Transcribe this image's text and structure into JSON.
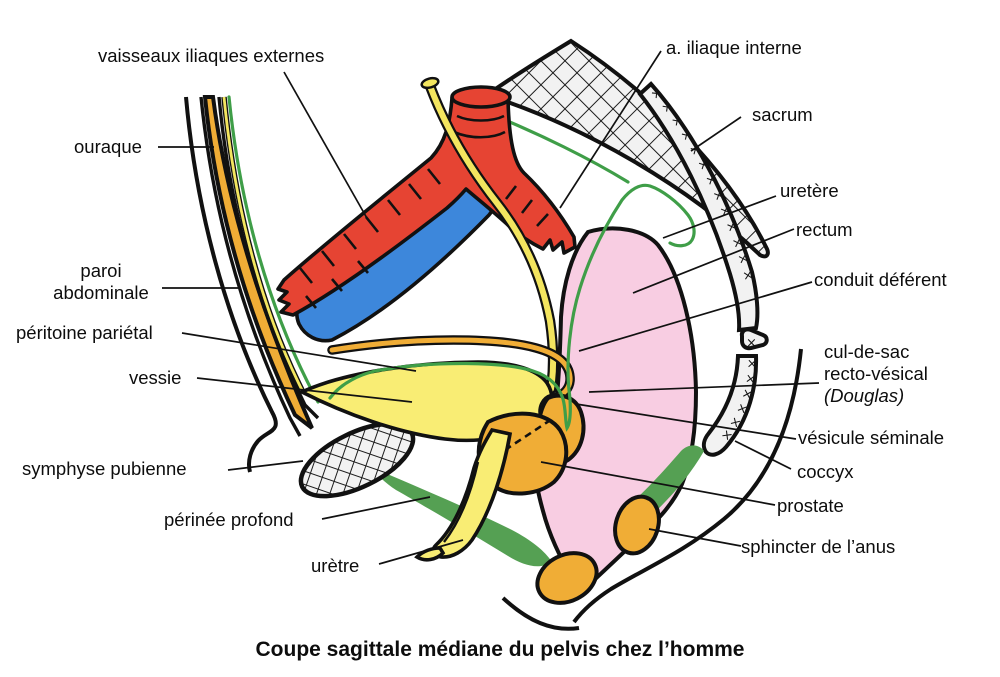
{
  "figure": {
    "title": "Coupe sagittale médiane du pelvis chez l’homme"
  },
  "labels": {
    "vaisseaux_iliaques_externes": "vaisseaux iliaques externes",
    "ouraque": "ouraque",
    "paroi_abdominale": "paroi abdominale",
    "peritoine_parietal": "péritoine pariétal",
    "vessie": "vessie",
    "symphyse_pubienne": "symphyse pubienne",
    "perinee_profond": "périnée profond",
    "uretre": "urètre",
    "a_iliaque_interne": "a. iliaque interne",
    "sacrum": "sacrum",
    "uretere": "uretère",
    "rectum": "rectum",
    "conduit_deferent": "conduit déférent",
    "cul_de_sac_1": "cul-de-sac",
    "cul_de_sac_2": "recto-vésical",
    "cul_de_sac_3": "(Douglas)",
    "vesicule_seminale": "vésicule séminale",
    "coccyx": "coccyx",
    "prostate": "prostate",
    "sphincter_anus": "sphincter de l’anus"
  },
  "texture": {
    "sacrum_marks": "×××××××××××××",
    "coccyx_marks": "××××××",
    "joint_mark": "×"
  },
  "colors": {
    "line": "#111111",
    "label_text": "#0d0d0d",
    "background": "#ffffff",
    "artery_red": "#e64433",
    "vein_blue": "#3d87db",
    "tube_yellow": "#f3e55f",
    "bladder_yellow": "#f9ed74",
    "organ_orange": "#f0ad36",
    "peritoneum_green": "#3f9e48",
    "muscle_green": "#55a053",
    "rectum_pink": "#f8cde2",
    "bone_fill": "#f2f2f2"
  }
}
